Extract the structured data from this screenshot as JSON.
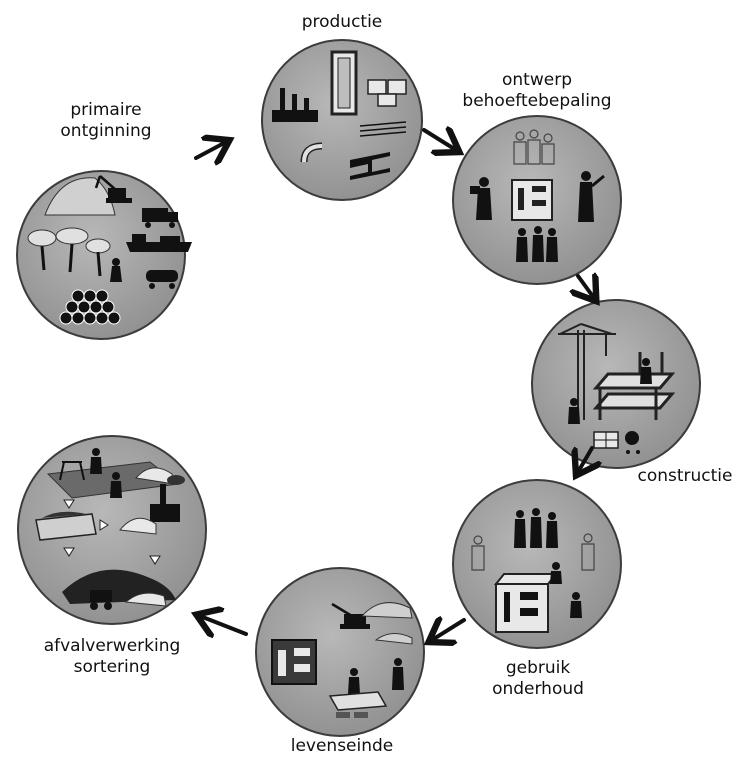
{
  "stages": [
    {
      "id": "primary",
      "lines": [
        "primaire",
        "ontginning"
      ]
    },
    {
      "id": "production",
      "lines": [
        "productie"
      ]
    },
    {
      "id": "design",
      "lines": [
        "ontwerp",
        "behoeftebepaling"
      ]
    },
    {
      "id": "construction",
      "lines": [
        "constructie"
      ]
    },
    {
      "id": "use",
      "lines": [
        "gebruik",
        "onderhoud"
      ]
    },
    {
      "id": "end-of-life",
      "lines": [
        "levenseinde"
      ]
    },
    {
      "id": "waste",
      "lines": [
        "afvalverwerking",
        "sortering"
      ]
    }
  ],
  "colors": {
    "circle_fill": "#a6a6a6",
    "circle_stroke": "#3c3c3c",
    "silhouette": "#111111",
    "arrow": "#111111"
  }
}
